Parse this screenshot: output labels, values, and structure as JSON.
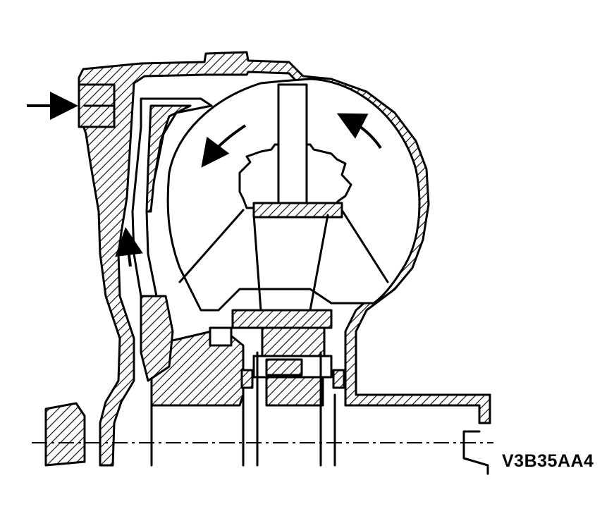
{
  "figure": {
    "reference_code": "V3B35AA4",
    "flow_arrows": [
      "inlet-arrow",
      "turbine-arrow-left",
      "pump-arrow-right",
      "cover-flow-arrow-up"
    ]
  }
}
